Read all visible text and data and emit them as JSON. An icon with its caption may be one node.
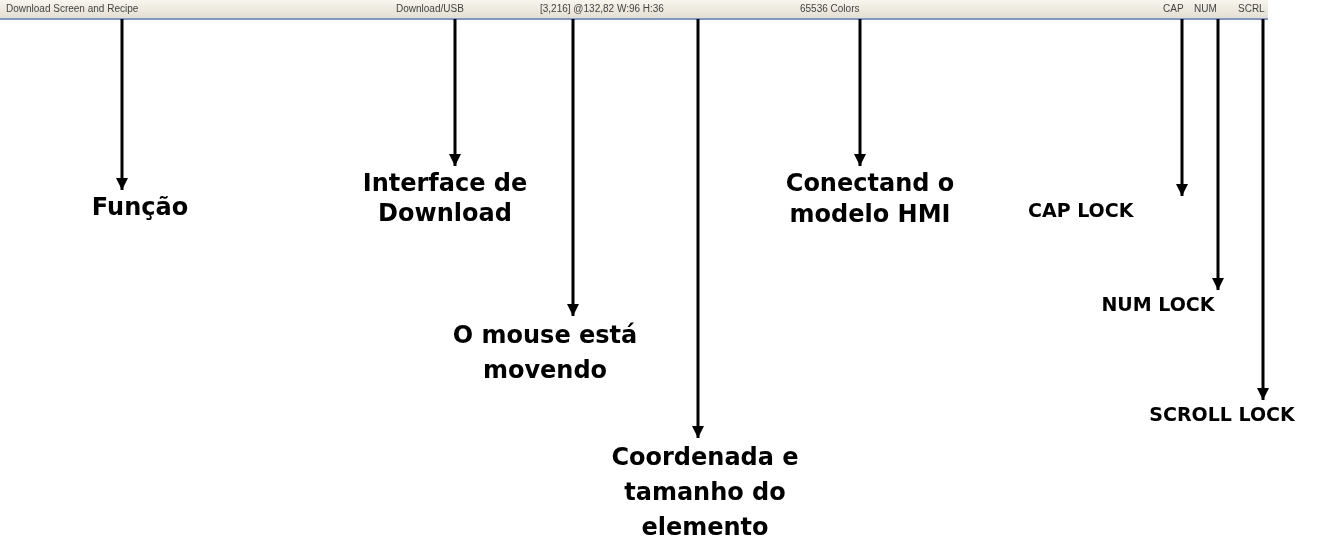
{
  "diagram": {
    "nodes": [
      {
        "text": [
          "Download Screen and Recipe"
        ]
      },
      {
        "text": [
          "Download/USB"
        ]
      },
      {
        "text": [
          "[3,216] @132,82 W:96 H:36"
        ]
      },
      {
        "text": [
          "65536 Colors"
        ]
      },
      {
        "text": [
          "CAP"
        ]
      },
      {
        "text": [
          "NUM"
        ]
      },
      {
        "text": [
          "SCRL"
        ]
      },
      {
        "text": [
          "Função"
        ]
      },
      {
        "text": [
          "Interface de Download"
        ]
      },
      {
        "text": [
          "O mouse está movendo"
        ]
      },
      {
        "text": [
          "Coordenada e tamanho do elemento"
        ]
      },
      {
        "text": [
          "Conectand o modelo HMI"
        ]
      },
      {
        "text": [
          "CAP LOCK"
        ]
      },
      {
        "text": [
          "NUM LOCK"
        ]
      },
      {
        "text": [
          "SCROLL LOCK"
        ]
      }
    ],
    "edges": [
      {
        "from": 0,
        "to": 7,
        "arrow": "to"
      },
      {
        "from": 1,
        "to": 8,
        "arrow": "to"
      },
      {
        "from": 2,
        "to": 9,
        "arrow": "to"
      },
      {
        "from": 2,
        "to": 10,
        "arrow": "to"
      },
      {
        "from": 3,
        "to": 11,
        "arrow": "to"
      },
      {
        "from": 4,
        "to": 12,
        "arrow": "to"
      },
      {
        "from": 5,
        "to": 13,
        "arrow": "to"
      },
      {
        "from": 6,
        "to": 14,
        "arrow": "to"
      }
    ]
  }
}
